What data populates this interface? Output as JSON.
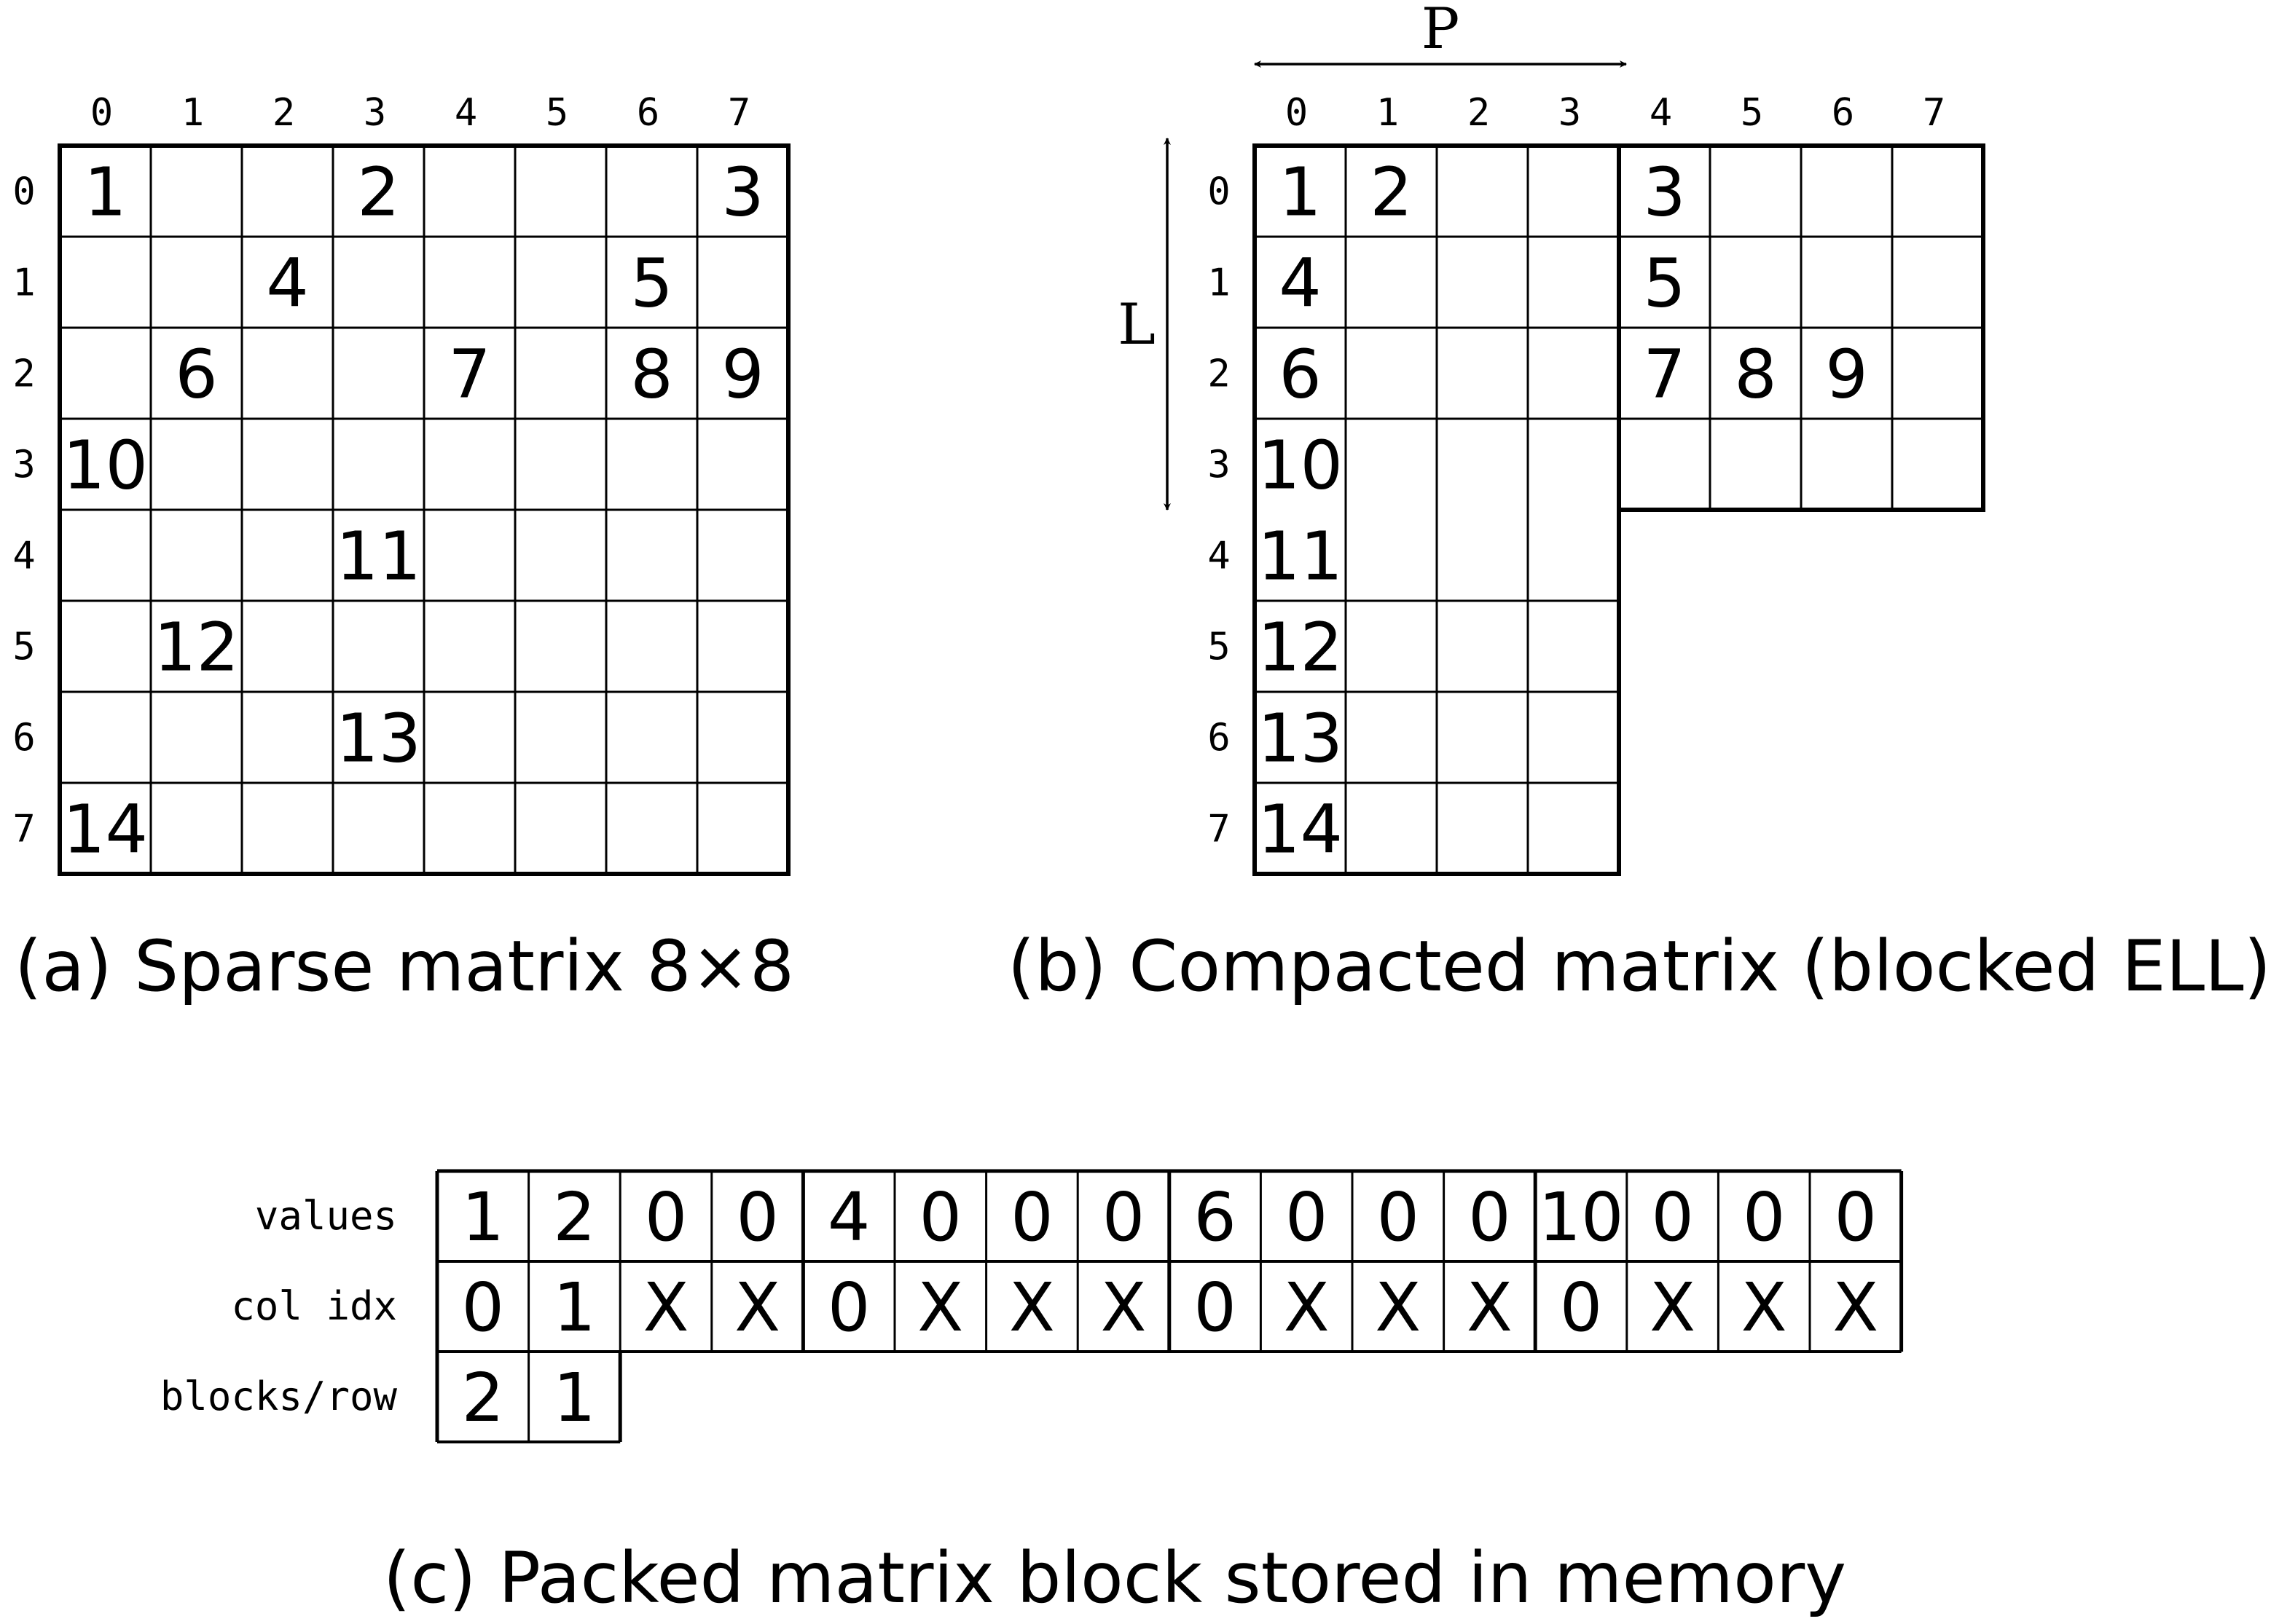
{
  "matrix_a": {
    "caption": "(a) Sparse matrix 8×8",
    "col_indices": [
      "0",
      "1",
      "2",
      "3",
      "4",
      "5",
      "6",
      "7"
    ],
    "row_indices": [
      "0",
      "1",
      "2",
      "3",
      "4",
      "5",
      "6",
      "7"
    ],
    "entries": [
      {
        "row": 0,
        "col": 0,
        "value": "1"
      },
      {
        "row": 0,
        "col": 3,
        "value": "2"
      },
      {
        "row": 0,
        "col": 7,
        "value": "3"
      },
      {
        "row": 1,
        "col": 2,
        "value": "4"
      },
      {
        "row": 1,
        "col": 6,
        "value": "5"
      },
      {
        "row": 2,
        "col": 1,
        "value": "6"
      },
      {
        "row": 2,
        "col": 4,
        "value": "7"
      },
      {
        "row": 2,
        "col": 6,
        "value": "8"
      },
      {
        "row": 2,
        "col": 7,
        "value": "9"
      },
      {
        "row": 3,
        "col": 0,
        "value": "10"
      },
      {
        "row": 4,
        "col": 3,
        "value": "11"
      },
      {
        "row": 5,
        "col": 1,
        "value": "12"
      },
      {
        "row": 6,
        "col": 3,
        "value": "13"
      },
      {
        "row": 7,
        "col": 0,
        "value": "14"
      }
    ]
  },
  "matrix_b": {
    "caption": "(b) Compacted matrix (blocked ELL)",
    "p_label": "P",
    "l_label": "L",
    "col_indices": [
      "0",
      "1",
      "2",
      "3",
      "4",
      "5",
      "6",
      "7"
    ],
    "row_indices": [
      "0",
      "1",
      "2",
      "3",
      "4",
      "5",
      "6",
      "7"
    ],
    "entries": [
      {
        "row": 0,
        "col": 0,
        "value": "1"
      },
      {
        "row": 0,
        "col": 1,
        "value": "2"
      },
      {
        "row": 0,
        "col": 4,
        "value": "3"
      },
      {
        "row": 1,
        "col": 0,
        "value": "4"
      },
      {
        "row": 1,
        "col": 4,
        "value": "5"
      },
      {
        "row": 2,
        "col": 0,
        "value": "6"
      },
      {
        "row": 2,
        "col": 4,
        "value": "7"
      },
      {
        "row": 2,
        "col": 5,
        "value": "8"
      },
      {
        "row": 2,
        "col": 6,
        "value": "9"
      },
      {
        "row": 3,
        "col": 0,
        "value": "10"
      },
      {
        "row": 4,
        "col": 0,
        "value": "11"
      },
      {
        "row": 5,
        "col": 0,
        "value": "12"
      },
      {
        "row": 6,
        "col": 0,
        "value": "13"
      },
      {
        "row": 7,
        "col": 0,
        "value": "14"
      }
    ]
  },
  "packed": {
    "caption": "(c) Packed matrix block stored in memory",
    "rows": [
      {
        "label": "values",
        "cells": [
          "1",
          "2",
          "0",
          "0",
          "4",
          "0",
          "0",
          "0",
          "6",
          "0",
          "0",
          "0",
          "10",
          "0",
          "0",
          "0"
        ]
      },
      {
        "label": "col idx",
        "cells": [
          "0",
          "1",
          "X",
          "X",
          "0",
          "X",
          "X",
          "X",
          "0",
          "X",
          "X",
          "X",
          "0",
          "X",
          "X",
          "X"
        ]
      },
      {
        "label": "blocks/row",
        "cells": [
          "2",
          "1"
        ]
      }
    ]
  }
}
